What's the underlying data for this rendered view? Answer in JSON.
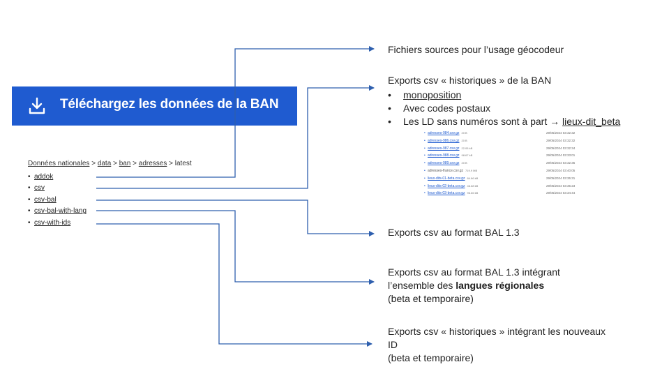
{
  "banner": {
    "title": "Téléchargez les données de la BAN",
    "icon": "download-icon",
    "color": "#1f5bd0"
  },
  "breadcrumb": {
    "root": "Données nationales",
    "sep": ">",
    "parts": [
      "data",
      "ban",
      "adresses"
    ],
    "current": "latest"
  },
  "directories": [
    "addok",
    "csv",
    "csv-bal",
    "csv-bal-with-lang",
    "csv-with-ids"
  ],
  "annotations": {
    "addok": "Fichiers sources pour l’usage géocodeur",
    "csv_title": "Exports csv « historiques » de la BAN",
    "csv_bullets": {
      "b1": "monoposition",
      "b2": "Avec codes postaux",
      "b3_pre": "Les LD sans numéros sont à part ",
      "b3_arrow": "→",
      "b3_link": "lieux-dit_beta"
    },
    "csv_bal": "Exports csv au format BAL 1.3",
    "bal_lang_l1": "Exports csv au format BAL 1.3 intégrant",
    "bal_lang_l2_pre": "l’ensemble des ",
    "bal_lang_l2_bold": "langues régionales",
    "bal_lang_l3": "(beta et temporaire)",
    "ids_l1": "Exports csv « historiques » intégrant les nouveaux",
    "ids_l2": "ID",
    "ids_l3": "(beta et temporaire)"
  },
  "files": [
    {
      "name": "adresses-984.csv.gz",
      "size": "20 B",
      "date": "29/05/2024 03:32:32",
      "link": true
    },
    {
      "name": "adresses-986.csv.gz",
      "size": "20 B",
      "date": "29/05/2024 03:32:32",
      "link": true
    },
    {
      "name": "adresses-987.csv.gz",
      "size": "22.05 kB",
      "date": "29/05/2024 03:32:34",
      "link": true
    },
    {
      "name": "adresses-988.csv.gz",
      "size": "98.67 kB",
      "date": "29/05/2024 03:33:01",
      "link": true
    },
    {
      "name": "adresses-989.csv.gz",
      "size": "20 B",
      "date": "29/05/2024 03:32:35",
      "link": true
    },
    {
      "name": "adresses-france.csv.gz",
      "size": "719.9 MB",
      "date": "29/05/2024 03:40:05",
      "link": false
    },
    {
      "name": "lieux-dits-01-beta.csv.gz",
      "size": "84.86 kB",
      "date": "29/05/2024 03:35:31",
      "link": true
    },
    {
      "name": "lieux-dits-02-beta.csv.gz",
      "size": "46.68 kB",
      "date": "29/05/2024 03:35:23",
      "link": true
    },
    {
      "name": "lieux-dits-03-beta.csv.gz",
      "size": "96.66 kB",
      "date": "29/05/2024 03:34:44",
      "link": true
    }
  ],
  "colors": {
    "connector": "#2e5fae"
  }
}
